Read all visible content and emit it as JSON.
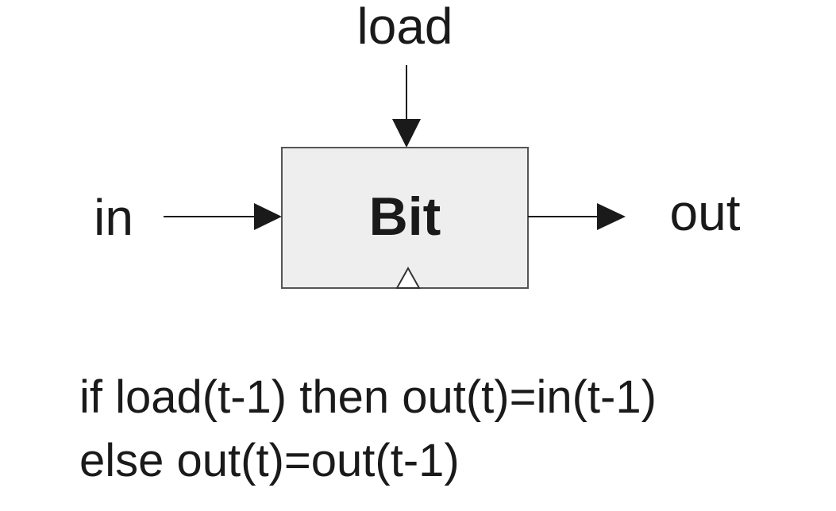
{
  "diagram": {
    "chip_name": "Bit",
    "inputs": {
      "data": "in",
      "control": "load"
    },
    "output": "out"
  },
  "spec": {
    "line1": "if load(t-1) then out(t)=in(t-1)",
    "line2": "else out(t)=out(t-1)"
  },
  "colors": {
    "background": "#ffffff",
    "chip_fill": "#eeeeee",
    "stroke": "#1a1a1a",
    "text": "#1a1a1a"
  }
}
